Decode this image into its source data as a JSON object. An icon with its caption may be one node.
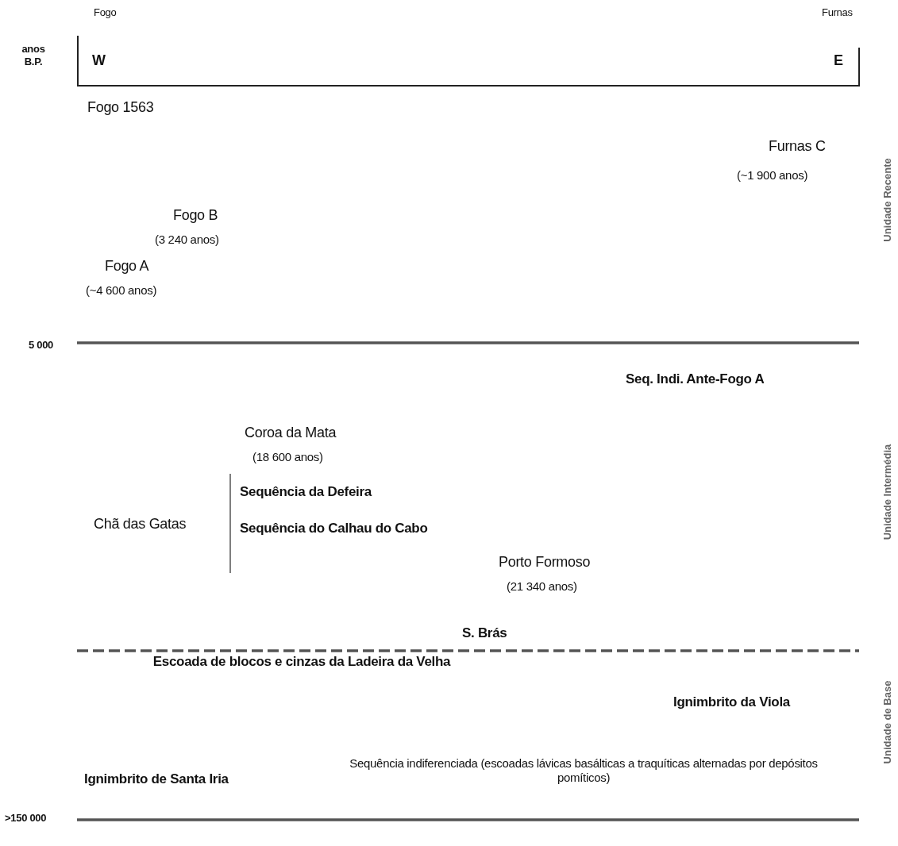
{
  "diagram": {
    "labels": [
      "Fogo",
      "Furnas",
      "anos B.P.",
      "W",
      "E",
      "Fogo 1563",
      "Furnas C",
      "(~1 900 anos)",
      "Unidade Recente",
      "Fogo B",
      "(3 240 anos)",
      "Fogo A",
      "(~4 600 anos)",
      "5 000",
      "Seq. Indi. Ante-Fogo A",
      "Coroa da Mata",
      "(18 600 anos)",
      "Unidade Intermédia",
      "Sequência da Defeira",
      "Chã das Gatas",
      "Sequência do Calhau do Cabo",
      "Porto Formoso",
      "(21 340 anos)",
      "S. Brás",
      "Escoada de blocos e cinzas da Ladeira da Velha",
      "Ignimbrito da Viola",
      "Unidade de Base",
      "Ignimbrito de Santa Iria",
      "Sequência indiferenciada (escoadas lávicas basálticas a traquíticas alternadas por depósitos pomíticos)",
      ">150 000"
    ]
  }
}
